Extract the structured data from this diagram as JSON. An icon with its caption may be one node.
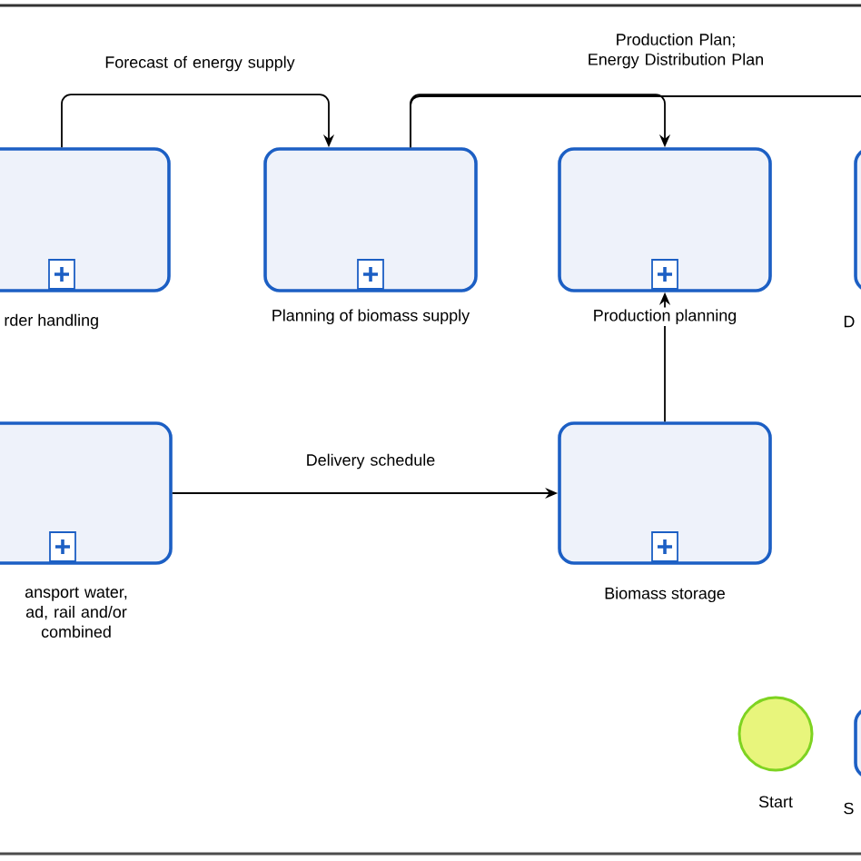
{
  "diagram": {
    "nodes": [
      {
        "text": [
          "rder handling"
        ]
      },
      {
        "text": [
          "Planning of biomass supply"
        ]
      },
      {
        "text": [
          "Production planning"
        ]
      },
      {
        "text": [
          "D"
        ]
      },
      {
        "text": [
          "ansport water, ad, rail and/or combined"
        ]
      },
      {
        "text": [
          "Biomass storage"
        ]
      },
      {
        "text": [
          "Start"
        ]
      },
      {
        "text": [
          "S"
        ]
      }
    ],
    "edges": [
      {
        "from": 0,
        "to": 1,
        "arrow": "to",
        "label": "Forecast of energy supply"
      },
      {
        "from": 1,
        "to": 2,
        "arrow": "to",
        "label": "Production Plan; Energy Distribution Plan"
      },
      {
        "from": 1,
        "to": null,
        "arrow": "none"
      },
      {
        "from": 5,
        "to": 2,
        "arrow": "to"
      },
      {
        "from": 4,
        "to": 5,
        "arrow": "to",
        "label": "Delivery schedule"
      }
    ]
  }
}
